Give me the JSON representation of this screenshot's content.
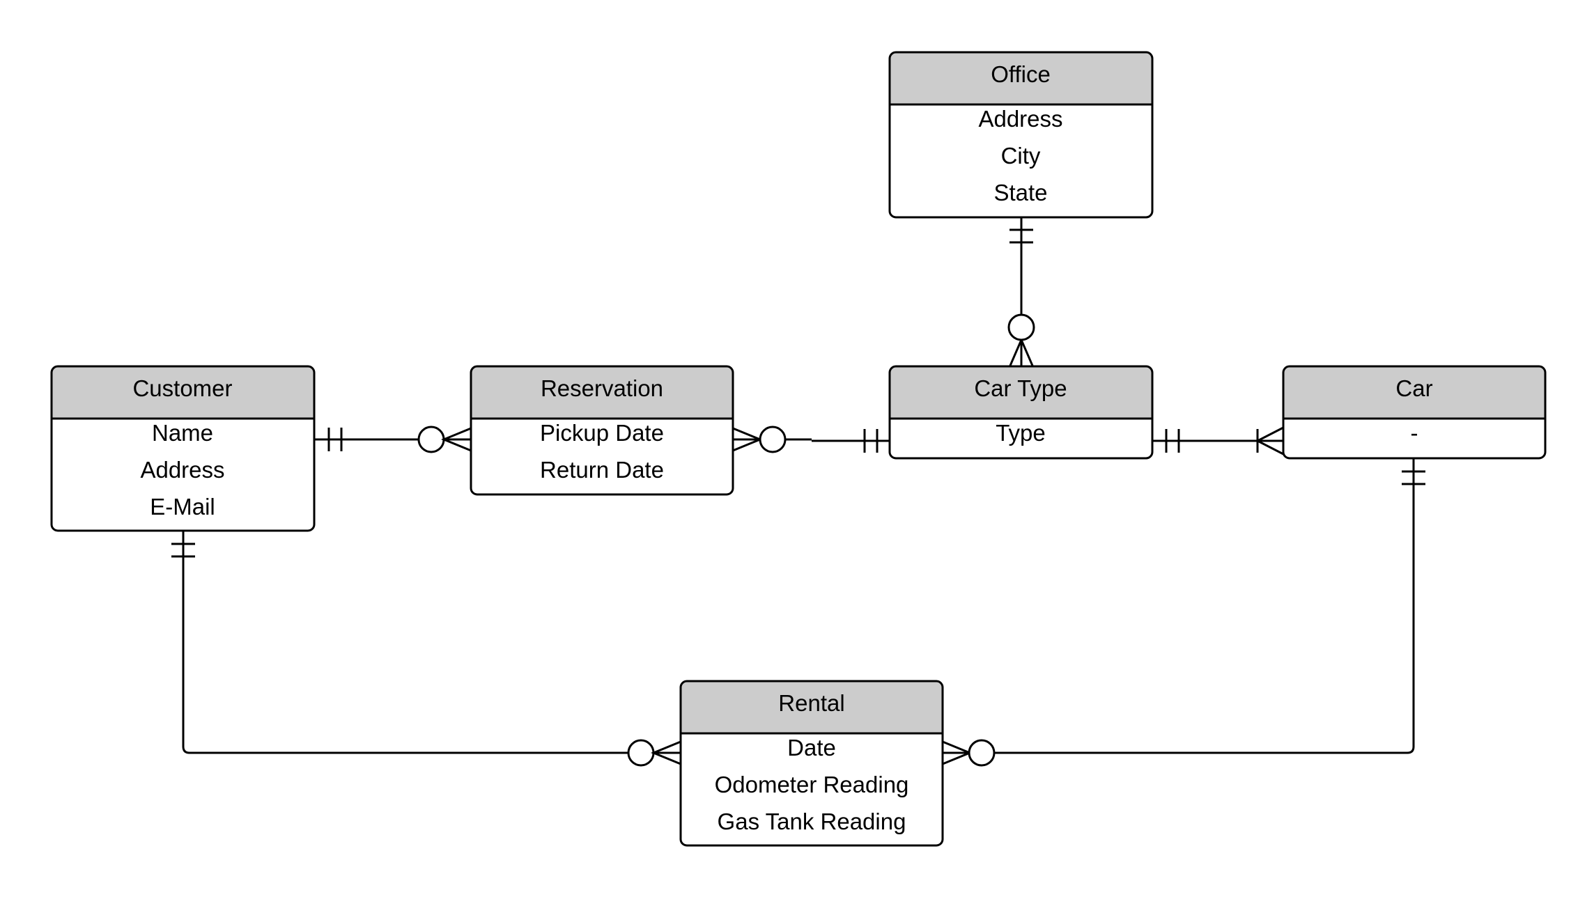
{
  "diagram": {
    "entities": {
      "office": {
        "title": "Office",
        "attributes": [
          "Address",
          "City",
          "State"
        ]
      },
      "customer": {
        "title": "Customer",
        "attributes": [
          "Name",
          "Address",
          "E-Mail"
        ]
      },
      "reservation": {
        "title": "Reservation",
        "attributes": [
          "Pickup Date",
          "Return Date"
        ]
      },
      "car_type": {
        "title": "Car Type",
        "attributes": [
          "Type"
        ]
      },
      "car": {
        "title": "Car",
        "attributes": [
          "-"
        ]
      },
      "rental": {
        "title": "Rental",
        "attributes": [
          "Date",
          "Odometer Reading",
          "Gas Tank Reading"
        ]
      }
    },
    "relationships": [
      {
        "from": "Office",
        "to": "Car Type",
        "from_cardinality": "one-and-only-one",
        "to_cardinality": "zero-or-many"
      },
      {
        "from": "Customer",
        "to": "Reservation",
        "from_cardinality": "one-and-only-one",
        "to_cardinality": "zero-or-many"
      },
      {
        "from": "Reservation",
        "to": "Car Type",
        "from_cardinality": "zero-or-many",
        "to_cardinality": "one-and-only-one"
      },
      {
        "from": "Car Type",
        "to": "Car",
        "from_cardinality": "one-and-only-one",
        "to_cardinality": "one-or-many"
      },
      {
        "from": "Customer",
        "to": "Rental",
        "from_cardinality": "one-and-only-one",
        "to_cardinality": "zero-or-many"
      },
      {
        "from": "Car",
        "to": "Rental",
        "from_cardinality": "one-and-only-one",
        "to_cardinality": "zero-or-many"
      }
    ]
  }
}
